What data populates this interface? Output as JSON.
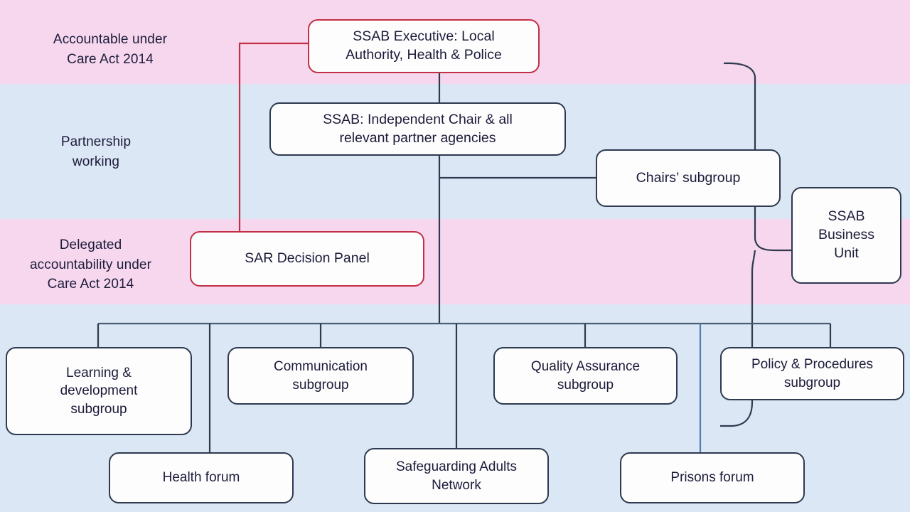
{
  "title": "SSAB governance structure chart",
  "colors": {
    "band_pink": "#f6d7ee",
    "band_blue": "#dce7f5",
    "node_border": "#2d3a4f",
    "node_border_accent": "#c32f45",
    "text": "#1c1b3a",
    "node_fill": "#fdfdfd"
  },
  "bands": [
    {
      "label": "Accountable under\nCare Act 2014",
      "tone": "pink"
    },
    {
      "label": "Partnership\nworking",
      "tone": "blue"
    },
    {
      "label": "Delegated\naccountability under\nCare Act 2014",
      "tone": "pink"
    },
    {
      "label": "",
      "tone": "blue"
    }
  ],
  "nodes": {
    "executive": "SSAB Executive: Local\nAuthority, Health & Police",
    "ssab_board": "SSAB: Independent Chair & all\nrelevant partner agencies",
    "chairs_subgroup": "Chairs’ subgroup",
    "business_unit": "SSAB\nBusiness\nUnit",
    "sar_panel": "SAR Decision Panel",
    "learning_development": "Learning &\ndevelopment\nsubgroup",
    "communication": "Communication\nsubgroup",
    "quality_assurance": "Quality Assurance\nsubgroup",
    "policy_procedures": "Policy & Procedures\nsubgroup",
    "health_forum": "Health forum",
    "safeguarding_network": "Safeguarding Adults\nNetwork",
    "prisons_forum": "Prisons forum"
  }
}
